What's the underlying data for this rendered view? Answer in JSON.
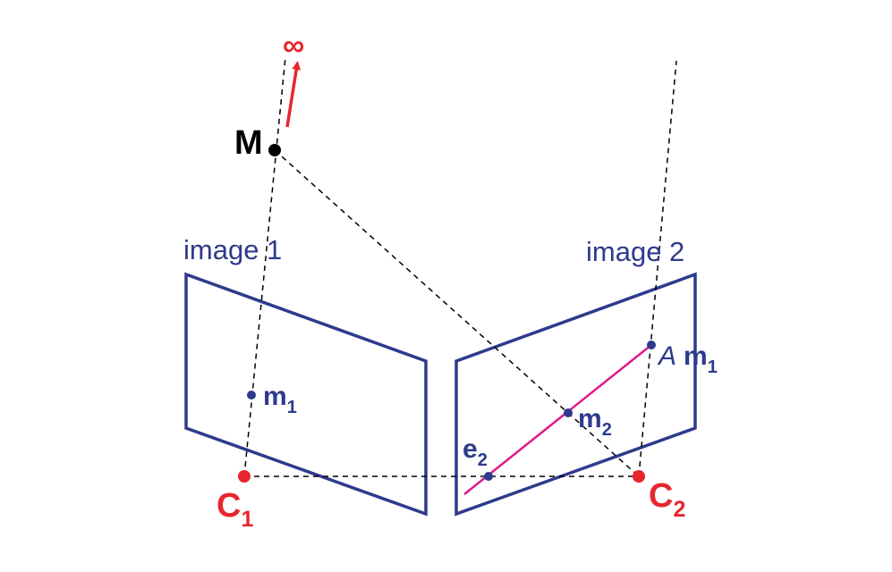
{
  "labels": {
    "infinity": "∞",
    "point_M": "M",
    "image1": "image 1",
    "image2": "image 2",
    "m1_base": "m",
    "m1_sub": "1",
    "m2_base": "m",
    "m2_sub": "2",
    "e2_base": "e",
    "e2_sub": "2",
    "C1_base": "C",
    "C1_sub": "1",
    "C2_base": "C",
    "C2_sub": "2",
    "A_symbol": "A",
    "Am1_base": "m",
    "Am1_sub": "1"
  },
  "colors": {
    "plane": "#2e3a8c",
    "camera": "#e8262d",
    "epipolar_line": "#e0198a",
    "ray": "#000000",
    "point": "#2e3a8c"
  }
}
